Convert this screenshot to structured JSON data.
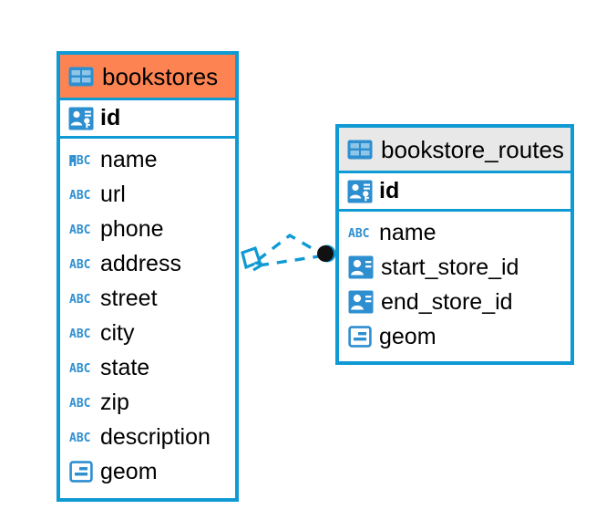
{
  "diagram": {
    "type": "entity-relationship-diagram",
    "background_color": "#ffffff",
    "accent_color": "#0f9ad4",
    "selected_header_color": "#fd8452",
    "header_color": "#e8e8e8",
    "text_color": "#000000"
  },
  "entities": [
    {
      "name": "bookstores",
      "selected": true,
      "table_icon": "table-grid-icon",
      "primary_key": {
        "label": "id",
        "icon": "primary-key-icon"
      },
      "fields": [
        {
          "label": "name",
          "icon": "abc-text-icon"
        },
        {
          "label": "url",
          "icon": "abc-text-icon"
        },
        {
          "label": "phone",
          "icon": "abc-text-icon"
        },
        {
          "label": "address",
          "icon": "abc-text-icon"
        },
        {
          "label": "street",
          "icon": "abc-text-icon"
        },
        {
          "label": "city",
          "icon": "abc-text-icon"
        },
        {
          "label": "state",
          "icon": "abc-text-icon"
        },
        {
          "label": "zip",
          "icon": "abc-text-icon"
        },
        {
          "label": "description",
          "icon": "abc-text-icon"
        },
        {
          "label": "geom",
          "icon": "geometry-icon"
        }
      ]
    },
    {
      "name": "bookstore_routes",
      "selected": false,
      "table_icon": "table-grid-icon",
      "primary_key": {
        "label": "id",
        "icon": "primary-key-icon"
      },
      "fields": [
        {
          "label": "name",
          "icon": "abc-text-icon"
        },
        {
          "label": "start_store_id",
          "icon": "foreign-key-icon"
        },
        {
          "label": "end_store_id",
          "icon": "foreign-key-icon"
        },
        {
          "label": "geom",
          "icon": "geometry-icon"
        }
      ]
    }
  ],
  "relationship": {
    "style": "dashed",
    "color": "#0f9ad4",
    "source_entity": "bookstores",
    "target_entity": "bookstore_routes",
    "source_marker": "diamond-open-marker",
    "target_marker": "filled-circle-marker",
    "branch_count": 2
  }
}
